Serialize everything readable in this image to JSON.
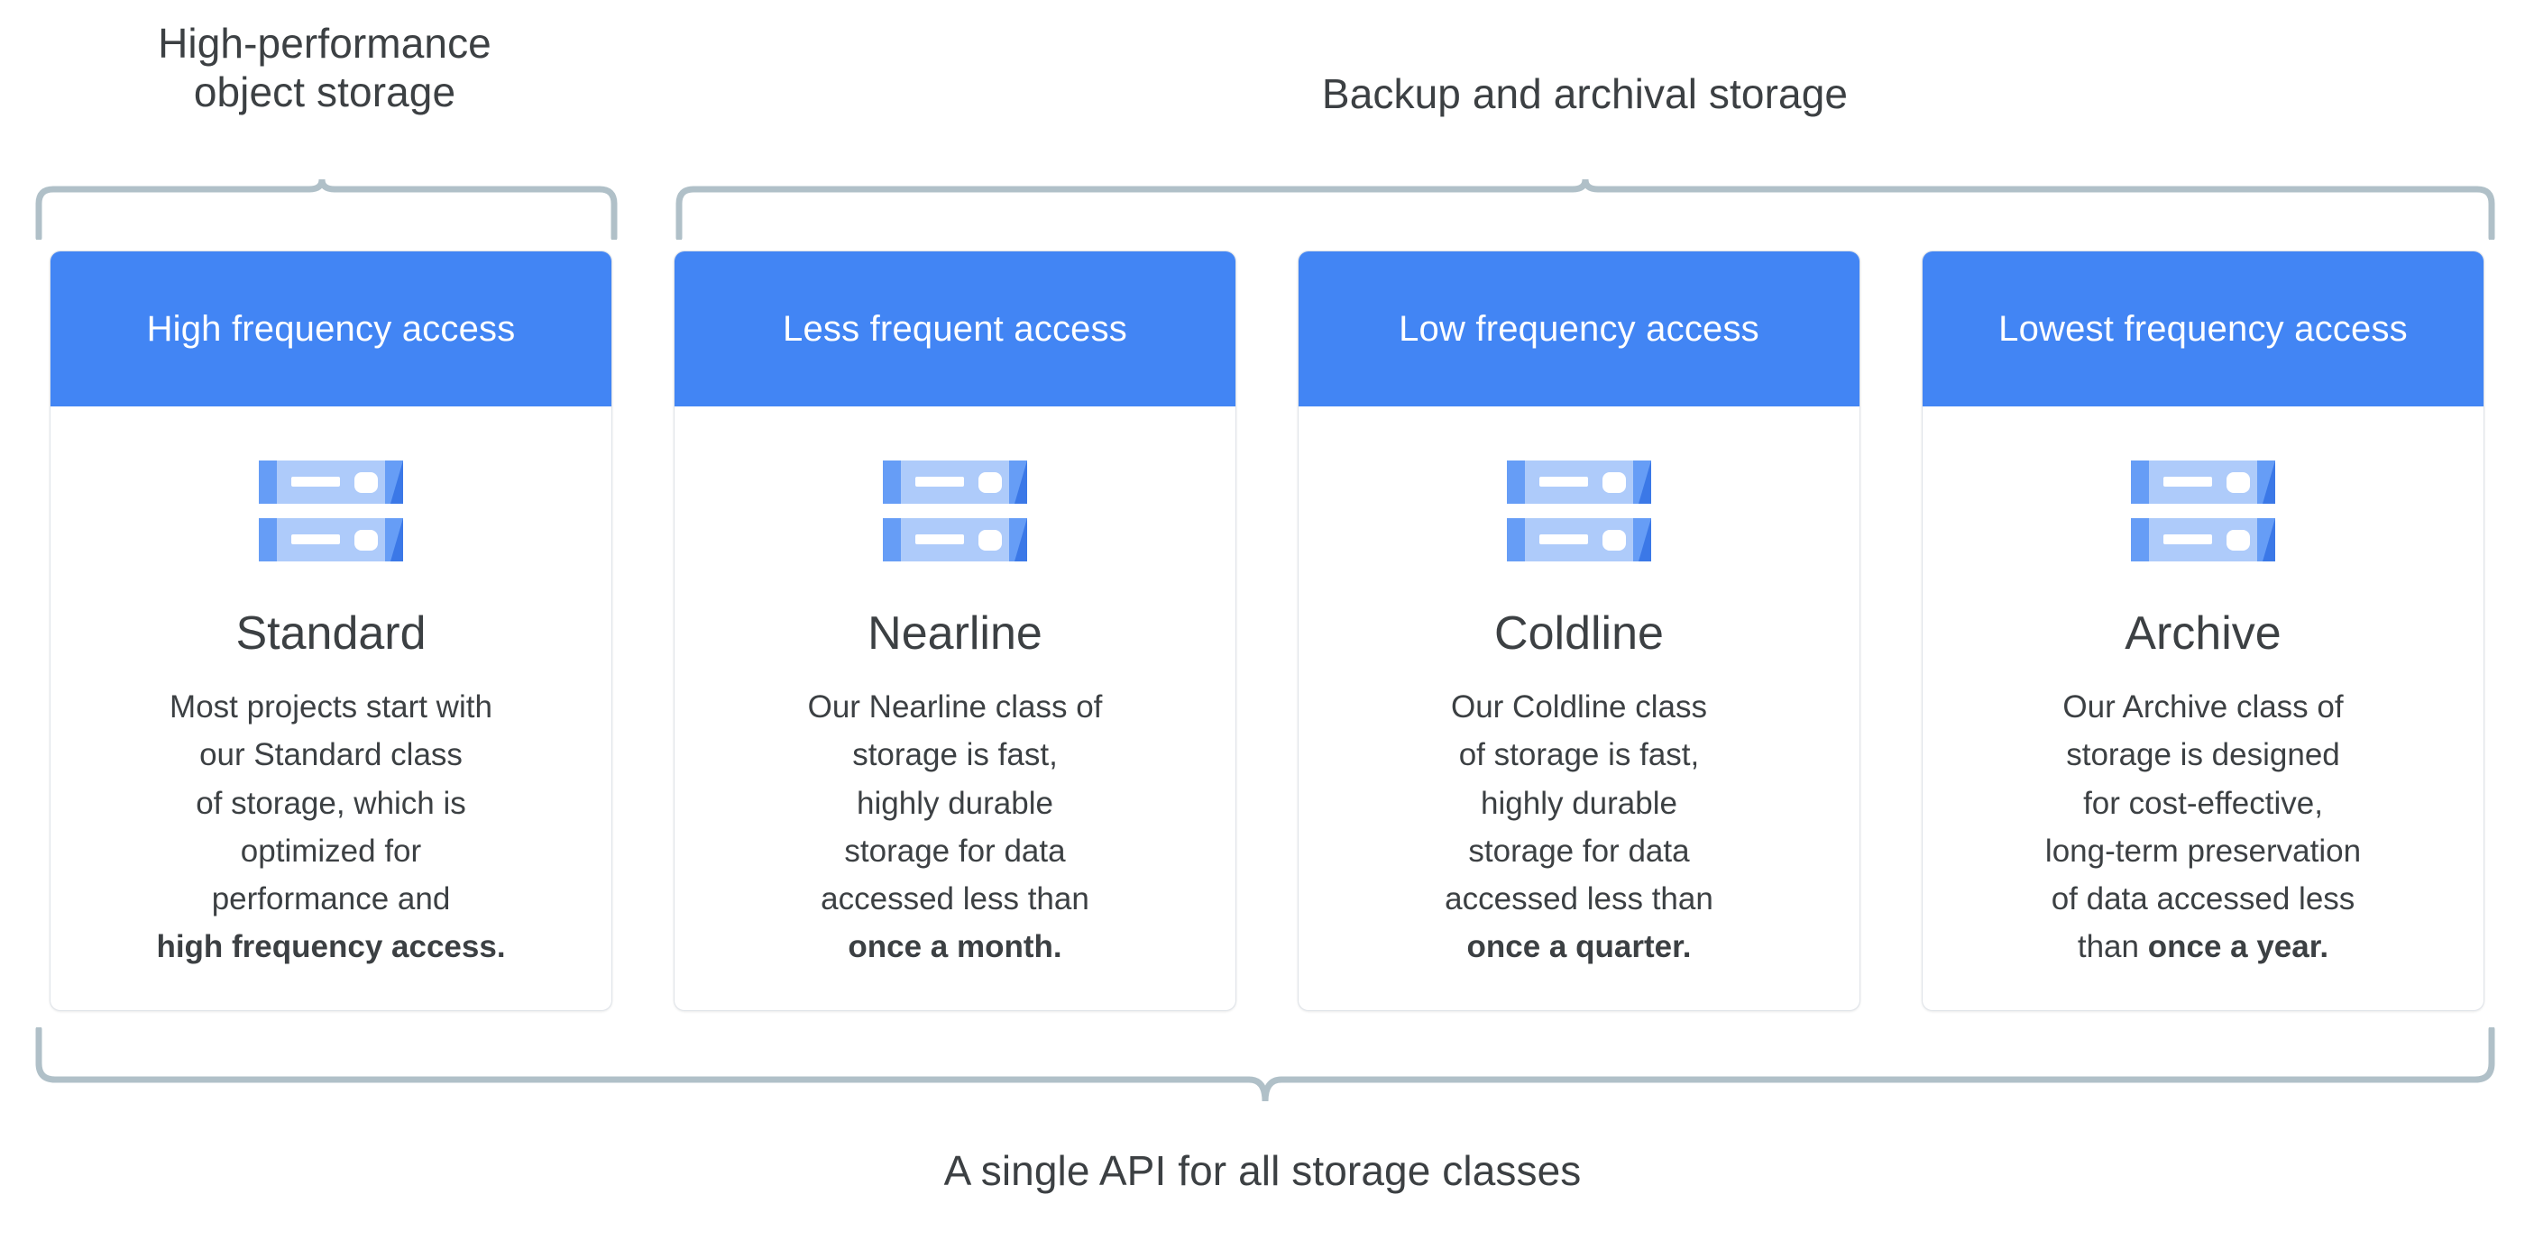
{
  "colors": {
    "header_blue": "#4285f4",
    "brace_gray": "#b0c0c8",
    "text_dark": "#3c4043",
    "icon_light": "#aecbfa",
    "icon_mid": "#669df6",
    "icon_dark": "#3b78e7",
    "card_border": "#dfe3e8",
    "background": "#ffffff"
  },
  "groups": [
    {
      "label": "High-performance\nobject storage",
      "line1": "High-performance",
      "line2": "object storage"
    },
    {
      "label": "Backup and archival storage",
      "line1": "Backup and archival storage",
      "line2": ""
    }
  ],
  "cards": [
    {
      "header": "High frequency access",
      "icon": "server-rack-icon",
      "title": "Standard",
      "desc_plain": "Most projects start with our Standard class of storage, which is optimized for performance and ",
      "desc_bold": "high frequency access.",
      "desc_lines": [
        "Most projects start with",
        "our Standard class",
        "of storage, which is",
        "optimized for",
        "performance and",
        "high frequency access."
      ]
    },
    {
      "header": "Less frequent access",
      "icon": "server-rack-icon",
      "title": "Nearline",
      "desc_plain": "Our Nearline class of storage is fast, highly durable storage for data accessed less than ",
      "desc_bold": "once a month.",
      "desc_lines": [
        "Our Nearline class of",
        "storage is fast,",
        "highly durable",
        "storage for data",
        "accessed less than",
        "once a month."
      ]
    },
    {
      "header": "Low frequency access",
      "icon": "server-rack-icon",
      "title": "Coldline",
      "desc_plain": "Our Coldline class of storage is fast, highly durable storage for data accessed less than ",
      "desc_bold": "once a quarter.",
      "desc_lines": [
        "Our Coldline class",
        "of storage is fast,",
        "highly durable",
        "storage for data",
        "accessed less than",
        "once a quarter."
      ]
    },
    {
      "header": "Lowest frequency access",
      "icon": "server-rack-icon",
      "title": "Archive",
      "desc_plain": "Our Archive class of storage is designed for cost-effective, long-term preservation of data accessed less than ",
      "desc_bold": "once a year.",
      "desc_lines": [
        "Our Archive class of",
        "storage is designed",
        "for cost-effective,",
        "long-term preservation",
        "of data accessed less",
        "than once a year."
      ]
    }
  ],
  "bottom_caption": "A single API for all storage classes"
}
